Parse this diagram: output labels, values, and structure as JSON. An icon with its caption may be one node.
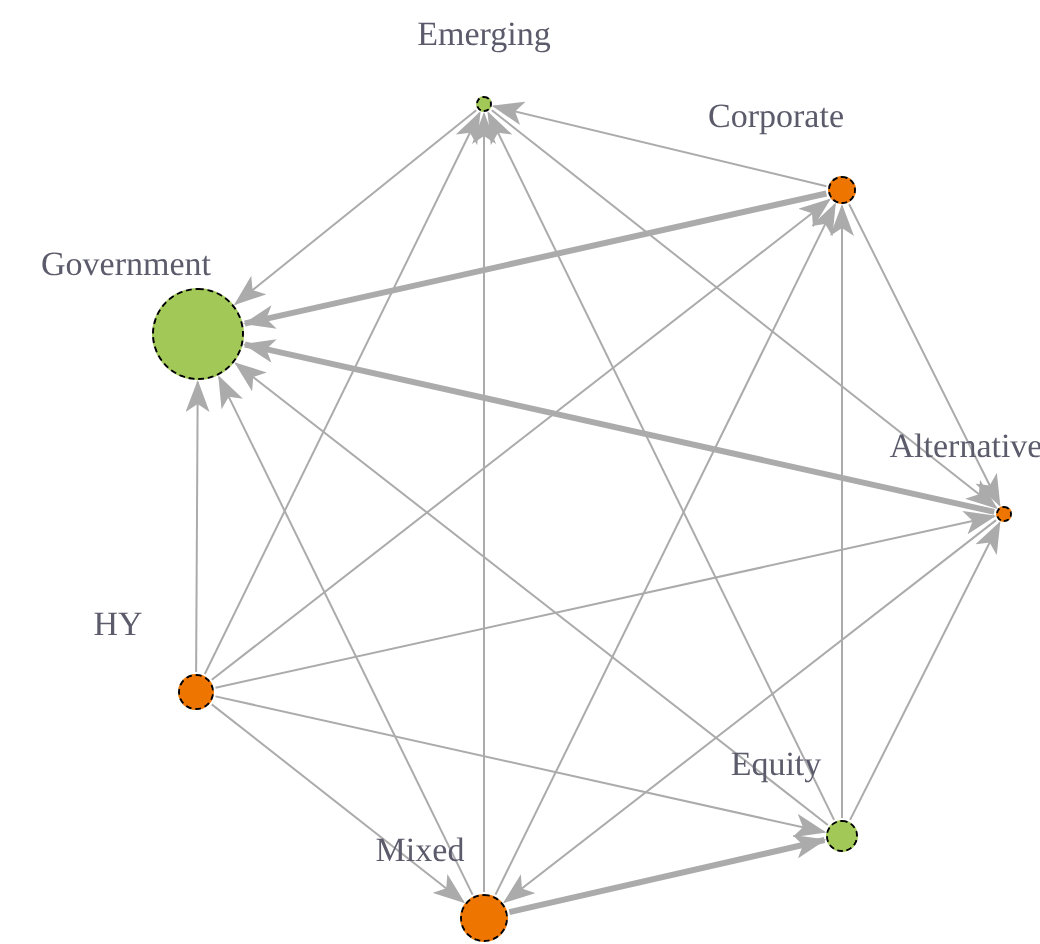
{
  "diagram": {
    "nodes": [
      {
        "text": [
          "Emerging"
        ]
      },
      {
        "text": [
          "Corporate"
        ]
      },
      {
        "text": [
          "Government"
        ]
      },
      {
        "text": [
          "Alternative"
        ]
      },
      {
        "text": [
          "HY"
        ]
      },
      {
        "text": [
          "Equity"
        ]
      },
      {
        "text": [
          "Mixed"
        ]
      }
    ],
    "edges": [
      {
        "from": 1,
        "to": 0,
        "arrow": "to"
      },
      {
        "from": 0,
        "to": 2,
        "arrow": "to"
      },
      {
        "from": 0,
        "to": 3,
        "arrow": "to"
      },
      {
        "from": 4,
        "to": 0,
        "arrow": "to"
      },
      {
        "from": 5,
        "to": 0,
        "arrow": "to"
      },
      {
        "from": 6,
        "to": 0,
        "arrow": "to"
      },
      {
        "from": 1,
        "to": 2,
        "arrow": "to",
        "style": "thick"
      },
      {
        "from": 1,
        "to": 3,
        "arrow": "to"
      },
      {
        "from": 4,
        "to": 1,
        "arrow": "to"
      },
      {
        "from": 5,
        "to": 1,
        "arrow": "to"
      },
      {
        "from": 6,
        "to": 1,
        "arrow": "to"
      },
      {
        "from": 3,
        "to": 2,
        "arrow": "to",
        "style": "thick"
      },
      {
        "from": 4,
        "to": 2,
        "arrow": "to"
      },
      {
        "from": 5,
        "to": 2,
        "arrow": "to"
      },
      {
        "from": 6,
        "to": 2,
        "arrow": "to"
      },
      {
        "from": 4,
        "to": 3,
        "arrow": "to"
      },
      {
        "from": 5,
        "to": 3,
        "arrow": "to"
      },
      {
        "from": 3,
        "to": 6,
        "arrow": "to"
      },
      {
        "from": 4,
        "to": 5,
        "arrow": "to"
      },
      {
        "from": 4,
        "to": 6,
        "arrow": "to"
      },
      {
        "from": 6,
        "to": 5,
        "arrow": "to",
        "style": "thick"
      }
    ]
  }
}
